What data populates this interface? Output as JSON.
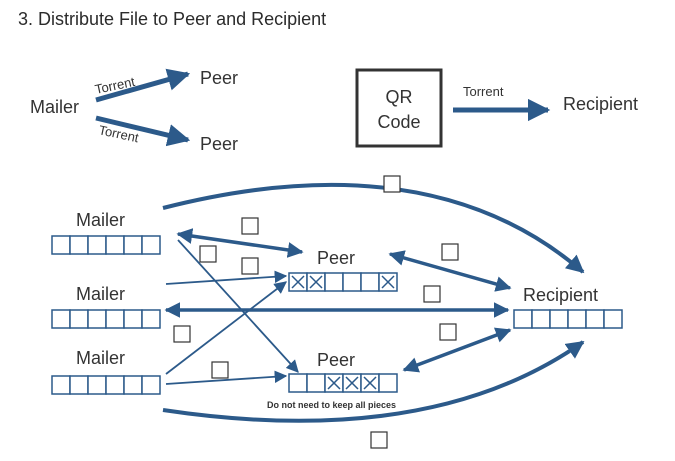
{
  "title": "3. Distribute File to Peer and Recipient",
  "colors": {
    "primary": "#2c5a8a",
    "text": "#333333"
  },
  "top_left": {
    "source": "Mailer",
    "targets": [
      "Peer",
      "Peer"
    ],
    "edge_labels": [
      "Torrent",
      "Torrent"
    ]
  },
  "top_right": {
    "source_line1": "QR",
    "source_line2": "Code",
    "edge_label": "Torrent",
    "target": "Recipient"
  },
  "bottom": {
    "mailers": [
      "Mailer",
      "Mailer",
      "Mailer"
    ],
    "peers": [
      "Peer",
      "Peer"
    ],
    "recipient": "Recipient",
    "note": "Do not need to keep all pieces",
    "mailer_pieces": [
      [
        false,
        false,
        false,
        false,
        false,
        false
      ],
      [
        false,
        false,
        false,
        false,
        false,
        false
      ],
      [
        false,
        false,
        false,
        false,
        false,
        false
      ]
    ],
    "peer_pieces": [
      [
        true,
        true,
        false,
        false,
        false,
        true
      ],
      [
        false,
        false,
        true,
        true,
        true,
        false
      ]
    ],
    "recipient_pieces": [
      false,
      false,
      false,
      false,
      false,
      false
    ]
  }
}
